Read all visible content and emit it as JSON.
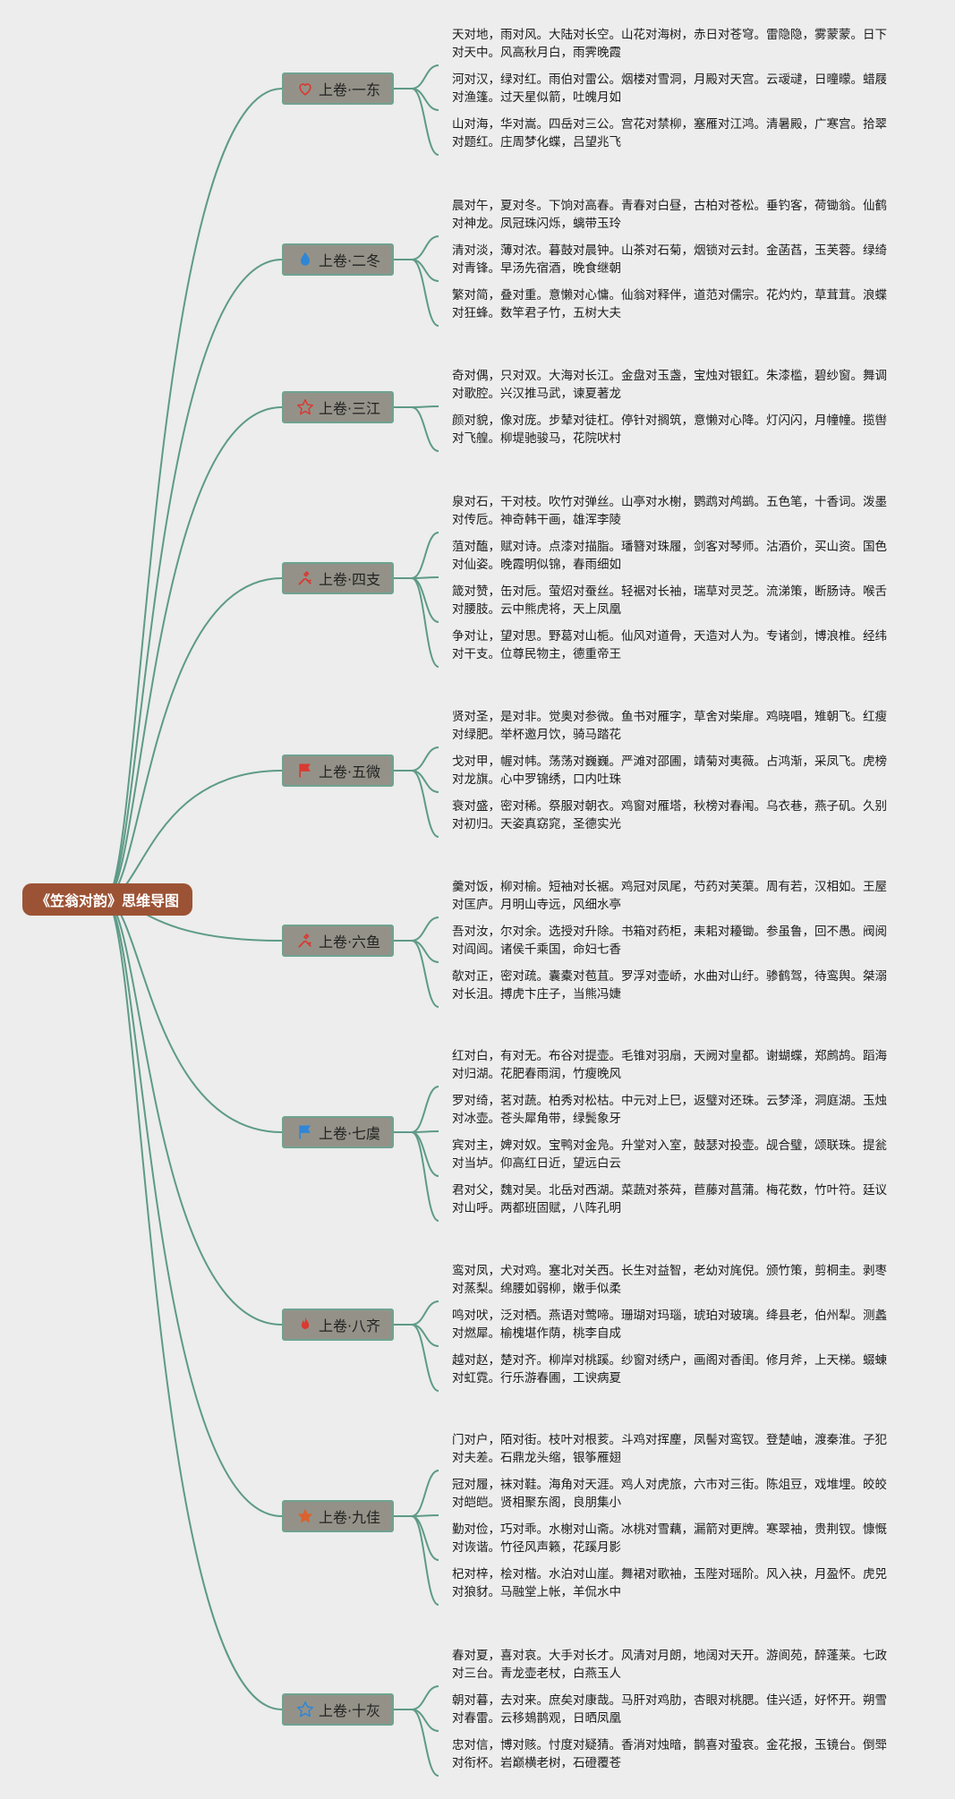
{
  "root": {
    "label": "《笠翁对韵》思维导图"
  },
  "colors": {
    "line": "#5e9a88",
    "root_bg": "#9c5335",
    "node_bg": "#949288",
    "node_border": "#6fa291"
  },
  "branches": [
    {
      "label": "上卷·一东",
      "icon": "heart-icon",
      "icon_color": "#d93a32",
      "lines": [
        "天对地，雨对风。大陆对长空。山花对海树，赤日对苍穹。雷隐隐，雾蒙蒙。日下对天中。风高秋月白，雨霁晚霞",
        "河对汉，绿对红。雨伯对雷公。烟楼对雪洞，月殿对天宫。云叆叇，日曈曚。蜡屐对渔篷。过天星似箭，吐魄月如",
        "山对海，华对嵩。四岳对三公。宫花对禁柳，塞雁对江鸿。清暑殿，广寒宫。拾翠对题红。庄周梦化蝶，吕望兆飞"
      ]
    },
    {
      "label": "上卷·二冬",
      "icon": "water-drop-icon",
      "icon_color": "#2f86d6",
      "lines": [
        "晨对午，夏对冬。下饷对高春。青春对白昼，古柏对苍松。垂钓客，荷锄翁。仙鹤对神龙。凤冠珠闪烁，螭带玉玲",
        "清对淡，薄对浓。暮鼓对晨钟。山茶对石菊，烟锁对云封。金菡萏，玉芙蓉。绿绮对青锋。早汤先宿酒，晚食继朝",
        "繁对简，叠对重。意懒对心慵。仙翁对释伴，道范对儒宗。花灼灼，草茸茸。浪蝶对狂蜂。数竿君子竹，五树大夫"
      ]
    },
    {
      "label": "上卷·三江",
      "icon": "star-outline-icon",
      "icon_color": "#d93a32",
      "lines": [
        "奇对偶，只对双。大海对长江。金盘对玉盏，宝烛对银釭。朱漆槛，碧纱窗。舞调对歌腔。兴汉推马武，谏夏著龙",
        "颜对貌，像对庞。步辇对徒杠。停针对搁筑，意懒对心降。灯闪闪，月幢幢。揽辔对飞艎。柳堤驰骏马，花院吠村"
      ]
    },
    {
      "label": "上卷·四支",
      "icon": "tools-icon",
      "icon_color": "#d93a32",
      "lines": [
        "泉对石，干对枝。吹竹对弹丝。山亭对水榭，鹦鹉对鸬鹚。五色笔，十香词。泼墨对传卮。神奇韩干画，雄浑李陵",
        "菹对醢，赋对诗。点漆对描脂。璠簪对珠履，剑客对琴师。沽酒价，买山资。国色对仙姿。晚霞明似锦，春雨细如",
        "箴对赞，缶对卮。萤炤对蚕丝。轻裾对长袖，瑞草对灵芝。流涕策，断肠诗。喉舌对腰肢。云中熊虎将，天上凤凰",
        "争对让，望对思。野葛对山栀。仙风对道骨，天造对人为。专诸剑，博浪椎。经纬对干支。位尊民物主，德重帝王"
      ]
    },
    {
      "label": "上卷·五微",
      "icon": "flag-icon",
      "icon_color": "#d93a32",
      "lines": [
        "贤对圣，是对非。觉奥对参微。鱼书对雁字，草舍对柴扉。鸡晓唱，雉朝飞。红瘦对绿肥。举杯邀月饮，骑马踏花",
        "戈对甲，幄对帏。荡荡对巍巍。严滩对邵圃，靖菊对夷薇。占鸿渐，采凤飞。虎榜对龙旗。心中罗锦绣，口内吐珠",
        "衰对盛，密对稀。祭服对朝衣。鸡窗对雁塔，秋榜对春闱。乌衣巷，燕子矶。久别对初归。天姿真窈窕，圣德实光"
      ]
    },
    {
      "label": "上卷·六鱼",
      "icon": "tools-icon",
      "icon_color": "#d93a32",
      "lines": [
        "羹对饭，柳对榆。短袖对长裾。鸡冠对凤尾，芍药对芙蕖。周有若，汉相如。王屋对匡庐。月明山寺远，风细水亭",
        "吾对汝，尔对余。选授对升除。书箱对药柜，耒耜对耰锄。参虽鲁，回不愚。阀阅对阎闾。诸侯千乘国，命妇七香",
        "欹对正，密对疏。囊橐对苞苴。罗浮对壶峤，水曲对山纡。骖鹤驾，待鸾舆。桀溺对长沮。搏虎卞庄子，当熊冯婕"
      ]
    },
    {
      "label": "上卷·七虞",
      "icon": "flag-icon",
      "icon_color": "#2f86d6",
      "lines": [
        "红对白，有对无。布谷对提壶。毛锥对羽扇，天阙对皇都。谢蝴蝶，郑鹧鸪。蹈海对归湖。花肥春雨润，竹瘦晚风",
        "罗对绮，茗对蔬。柏秀对松枯。中元对上巳，返璧对还珠。云梦泽，洞庭湖。玉烛对冰壶。苍头犀角带，绿鬓象牙",
        "宾对主，婢对奴。宝鸭对金凫。升堂对入室，鼓瑟对投壶。觇合璧，颂联珠。提瓮对当垆。仰高红日近，望远白云",
        "君对父，魏对吴。北岳对西湖。菜蔬对茶荈，苣藤对菖蒲。梅花数，竹叶符。廷议对山呼。两都班固赋，八阵孔明"
      ]
    },
    {
      "label": "上卷·八齐",
      "icon": "flame-icon",
      "icon_color": "#d93a32",
      "lines": [
        "鸾对凤，犬对鸡。塞北对关西。长生对益智，老幼对旄倪。颁竹策，剪桐圭。剥枣对蒸梨。绵腰如弱柳，嫩手似柔",
        "鸣对吠，泛对栖。燕语对莺啼。珊瑚对玛瑙，琥珀对玻璃。绛县老，伯州犁。测蠡对燃犀。榆槐堪作荫，桃李自成",
        "越对赵，楚对齐。柳岸对桃蹊。纱窗对绣户，画阁对香闺。修月斧，上天梯。蝃蝀对虹霓。行乐游春圃，工谀病夏"
      ]
    },
    {
      "label": "上卷·九佳",
      "icon": "star-filled-icon",
      "icon_color": "#d9622e",
      "lines": [
        "门对户，陌对街。枝叶对根荄。斗鸡对挥麈，凤髻对鸾钗。登楚岫，渡秦淮。子犯对夫差。石鼎龙头缩，银筝雁翅",
        "冠对履，袜对鞋。海角对天涯。鸡人对虎旅，六市对三街。陈俎豆，戏堆埋。皎皎对皑皑。贤相聚东阁，良朋集小",
        "勤对俭，巧对乖。水榭对山斋。冰桃对雪藕，漏箭对更牌。寒翠袖，贵荆钗。慷慨对诙谐。竹径风声籁，花蹊月影",
        "杞对梓，桧对楷。水泊对山崖。舞裙对歌袖，玉陛对瑶阶。风入袂，月盈怀。虎兕对狼豺。马融堂上帐，羊侃水中"
      ]
    },
    {
      "label": "上卷·十灰",
      "icon": "star-outline-icon",
      "icon_color": "#2f86d6",
      "lines": [
        "春对夏，喜对哀。大手对长才。风清对月朗，地阔对天开。游阆苑，醉蓬莱。七政对三台。青龙壶老杖，白燕玉人",
        "朝对暮，去对来。庶矣对康哉。马肝对鸡肋，杏眼对桃腮。佳兴适，好怀开。朔雪对春雷。云移鳷鹊观，日晒凤凰",
        "忠对信，博对赅。忖度对疑猜。香消对烛暗，鹊喜对蛩哀。金花报，玉镜台。倒斝对衔杯。岩巅横老树，石磴覆苍"
      ]
    }
  ]
}
